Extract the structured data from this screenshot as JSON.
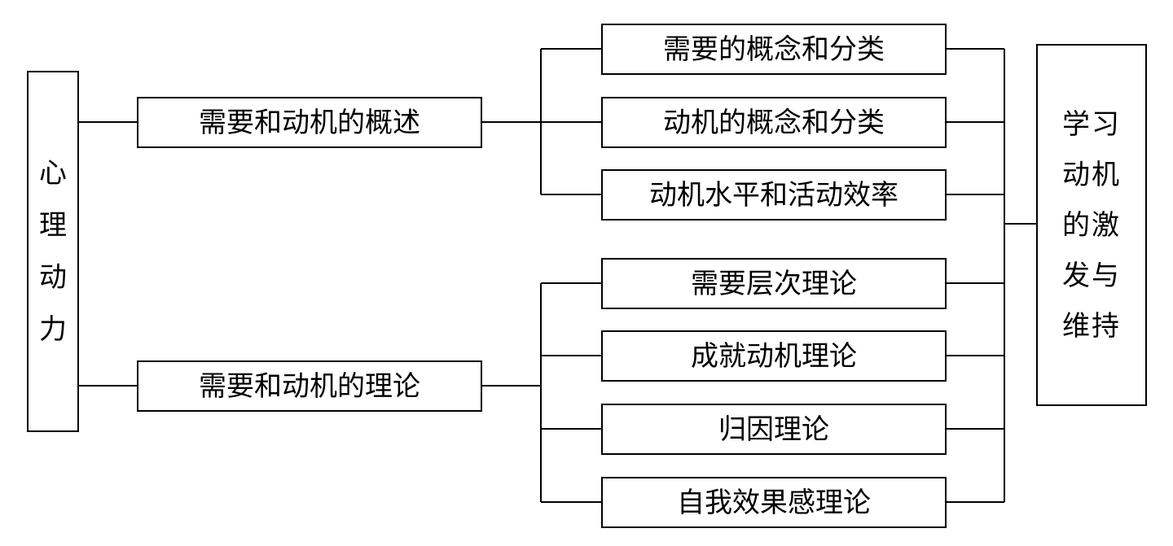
{
  "root": {
    "chars": [
      "心",
      "理",
      "动",
      "力"
    ]
  },
  "branches": [
    {
      "label": "需要和动机的概述",
      "children": [
        "需要的概念和分类",
        "动机的概念和分类",
        "动机水平和活动效率"
      ]
    },
    {
      "label": "需要和动机的理论",
      "children": [
        "需要层次理论",
        "成就动机理论",
        "归因理论",
        "自我效果感理论"
      ]
    }
  ],
  "target": {
    "lines": [
      "学习",
      "动机",
      "的激",
      "发与",
      "维持"
    ]
  }
}
